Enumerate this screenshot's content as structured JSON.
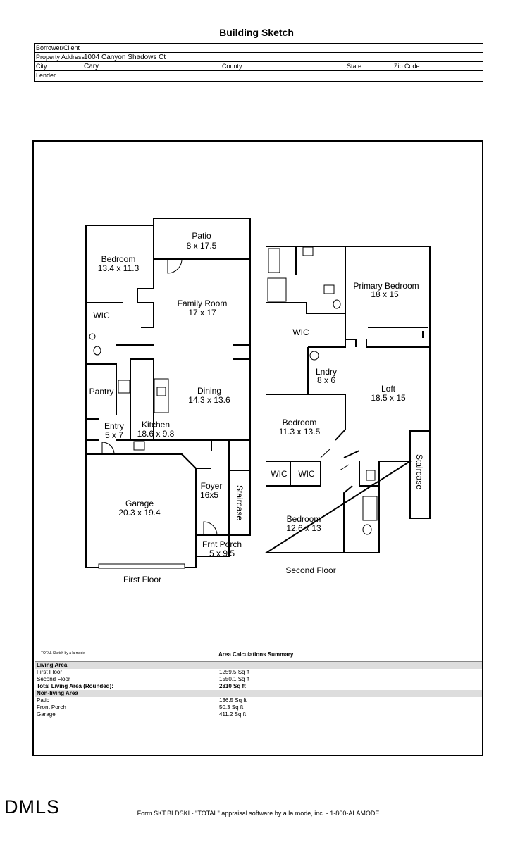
{
  "title": "Building Sketch",
  "header": {
    "borrower_label": "Borrower/Client",
    "address_label": "Property Address",
    "address_value": "1004 Canyon Shadows Ct",
    "city_label": "City",
    "city_value": "Cary",
    "county_label": "County",
    "state_label": "State",
    "zip_label": "Zip Code",
    "lender_label": "Lender"
  },
  "first_floor": {
    "label": "First Floor",
    "rooms": {
      "patio": {
        "name": "Patio",
        "dims": "8 x 17.5"
      },
      "bedroom": {
        "name": "Bedroom",
        "dims": "13.4 x 11.3"
      },
      "family": {
        "name": "Family Room",
        "dims": "17 x 17"
      },
      "wic": {
        "name": "WIC"
      },
      "pantry": {
        "name": "Pantry"
      },
      "dining": {
        "name": "Dining",
        "dims": "14.3 x 13.6"
      },
      "entry": {
        "name": "Entry",
        "dims": "5 x 7"
      },
      "kitchen": {
        "name": "Kitchen",
        "dims": "18.6 x 9.8"
      },
      "garage": {
        "name": "Garage",
        "dims": "20.3 x 19.4"
      },
      "foyer": {
        "name": "Foyer",
        "dims": "16x5"
      },
      "staircase": {
        "name": "Staircase"
      },
      "porch": {
        "name": "Frnt Porch",
        "dims": "5 x 9.5"
      }
    }
  },
  "second_floor": {
    "label": "Second Floor",
    "rooms": {
      "primary": {
        "name": "Primary Bedroom",
        "dims": "18 x 15"
      },
      "wic": {
        "name": "WIC"
      },
      "laundry": {
        "name": "Lndry",
        "dims": "8 x 6"
      },
      "loft": {
        "name": "Loft",
        "dims": "18.5 x 15"
      },
      "bedroom2": {
        "name": "Bedroom",
        "dims": "11.3 x 13.5"
      },
      "wic_a": {
        "name": "WIC"
      },
      "wic_b": {
        "name": "WIC"
      },
      "staircase": {
        "name": "Staircase"
      },
      "bedroom3": {
        "name": "Bedroom",
        "dims": "12.6 x 13"
      }
    }
  },
  "software_note": "TOTAL Sketch by a la mode",
  "area_summary": {
    "title": "Area Calculations Summary",
    "living_label": "Living Area",
    "living": [
      {
        "label": "First Floor",
        "value": "1259.5 Sq ft"
      },
      {
        "label": "Second Floor",
        "value": "1550.1 Sq ft"
      }
    ],
    "total": {
      "label": "Total Living Area (Rounded):",
      "value": "2810 Sq ft"
    },
    "nonliving_label": "Non-living Area",
    "nonliving": [
      {
        "label": "Patio",
        "value": "136.5 Sq ft"
      },
      {
        "label": "Front Porch",
        "value": "50.3 Sq ft"
      },
      {
        "label": "Garage",
        "value": "411.2 Sq ft"
      }
    ]
  },
  "logo_text": "DMLS",
  "footer": "Form SKT.BLDSKI - \"TOTAL\" appraisal software by a la mode, inc. - 1-800-ALAMODE"
}
